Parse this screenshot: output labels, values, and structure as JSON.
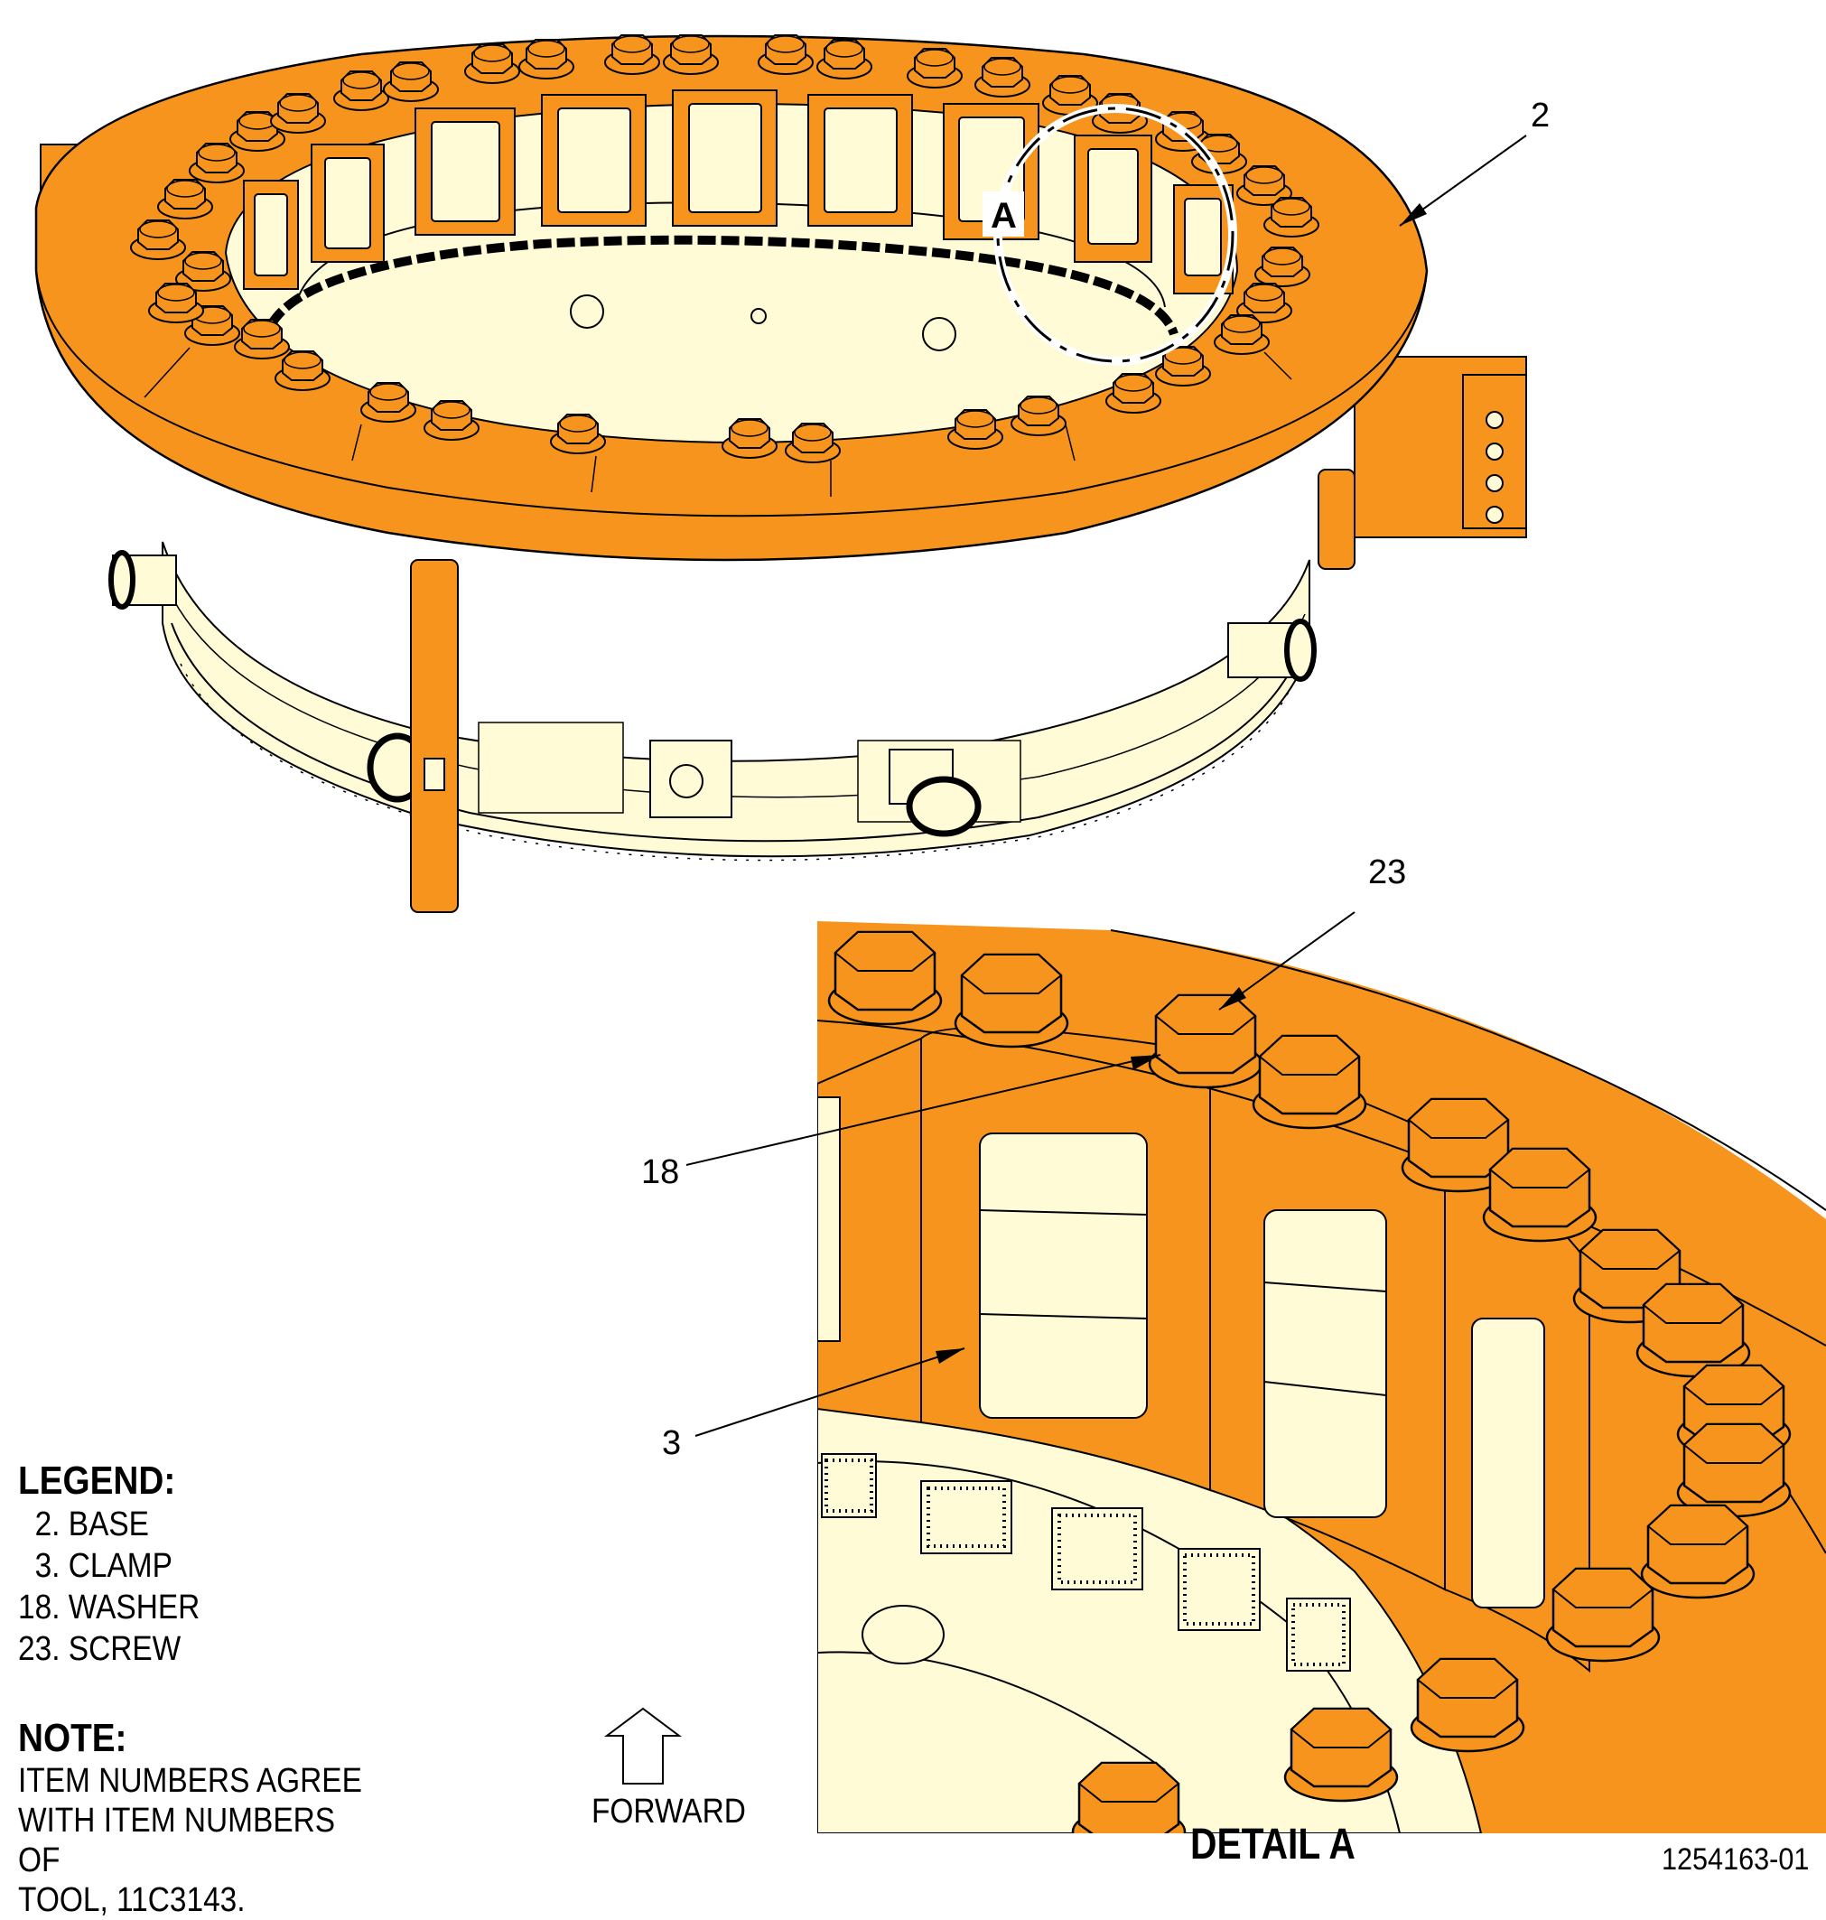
{
  "colors": {
    "tool": "#f7941d",
    "part": "#fffbd6",
    "ink": "#000000"
  },
  "callouts": {
    "base": "2",
    "clamp": "3",
    "washer": "18",
    "screw": "23"
  },
  "detail_marker": "A",
  "legend": {
    "title": "LEGEND:",
    "items": [
      "  2. BASE",
      "  3. CLAMP",
      "18. WASHER",
      "23. SCREW"
    ]
  },
  "note": {
    "title": "NOTE:",
    "lines": [
      "ITEM NUMBERS AGREE",
      "WITH ITEM NUMBERS OF",
      "TOOL, 11C3143."
    ]
  },
  "forward_label": "FORWARD",
  "detail_title": "DETAIL A",
  "figure_id": "1254163-01"
}
